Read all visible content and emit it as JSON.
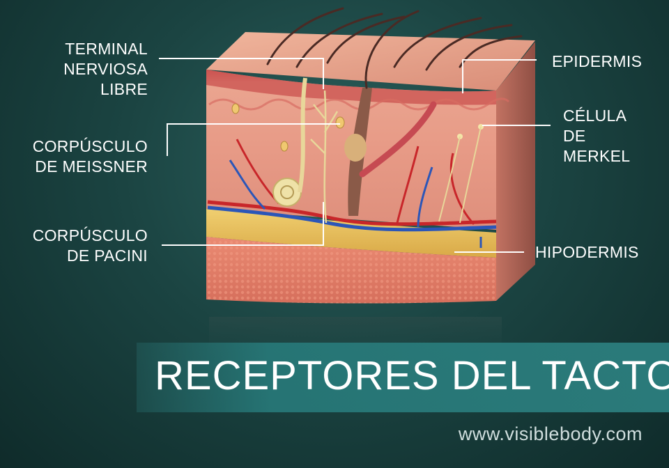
{
  "labels": {
    "terminal_nerviosa_libre": "TERMINAL\nNERVIOSA\nLIBRE",
    "corpusculo_meissner": "CORPÚSCULO\nDE MEISSNER",
    "corpusculo_pacini": "CORPÚSCULO\nDE PACINI",
    "epidermis": "EPIDERMIS",
    "celula_merkel": "CÉLULA\nDE\nMERKEL",
    "hipodermis": "HIPODERMIS"
  },
  "title": "RECEPTORES DEL TACTO",
  "url": "www.visiblebody.com",
  "colors": {
    "background": "#1b4442",
    "title_band": "#2d8282",
    "skin_surface": "#e8a58c",
    "dermis": "#e39a84",
    "fat_layer": "#e8c25a",
    "hypodermis": "#e07f68",
    "artery": "#c8262a",
    "vein": "#2b56b8",
    "nerve": "#e8d79a",
    "hair": "#4a2a24"
  }
}
